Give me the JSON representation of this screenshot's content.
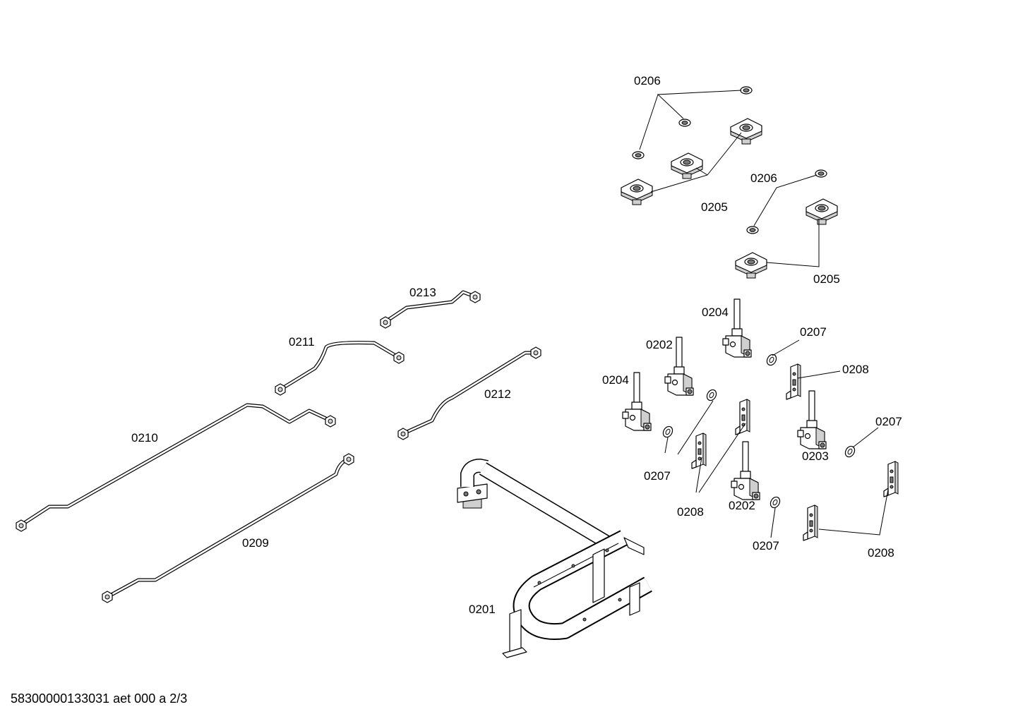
{
  "footer": {
    "drawing_code": "58300000133031 aet 000 a 2/3"
  },
  "callouts": {
    "c0201": "0201",
    "c0202a": "0202",
    "c0202b": "0202",
    "c0203": "0203",
    "c0204a": "0204",
    "c0204b": "0204",
    "c0205a": "0205",
    "c0205b": "0205",
    "c0206a": "0206",
    "c0206b": "0206",
    "c0207a": "0207",
    "c0207b": "0207",
    "c0207c": "0207",
    "c0207d": "0207",
    "c0208a": "0208",
    "c0208b": "0208",
    "c0208c": "0208",
    "c0209": "0209",
    "c0210": "0210",
    "c0211": "0211",
    "c0212": "0212",
    "c0213": "0213"
  }
}
